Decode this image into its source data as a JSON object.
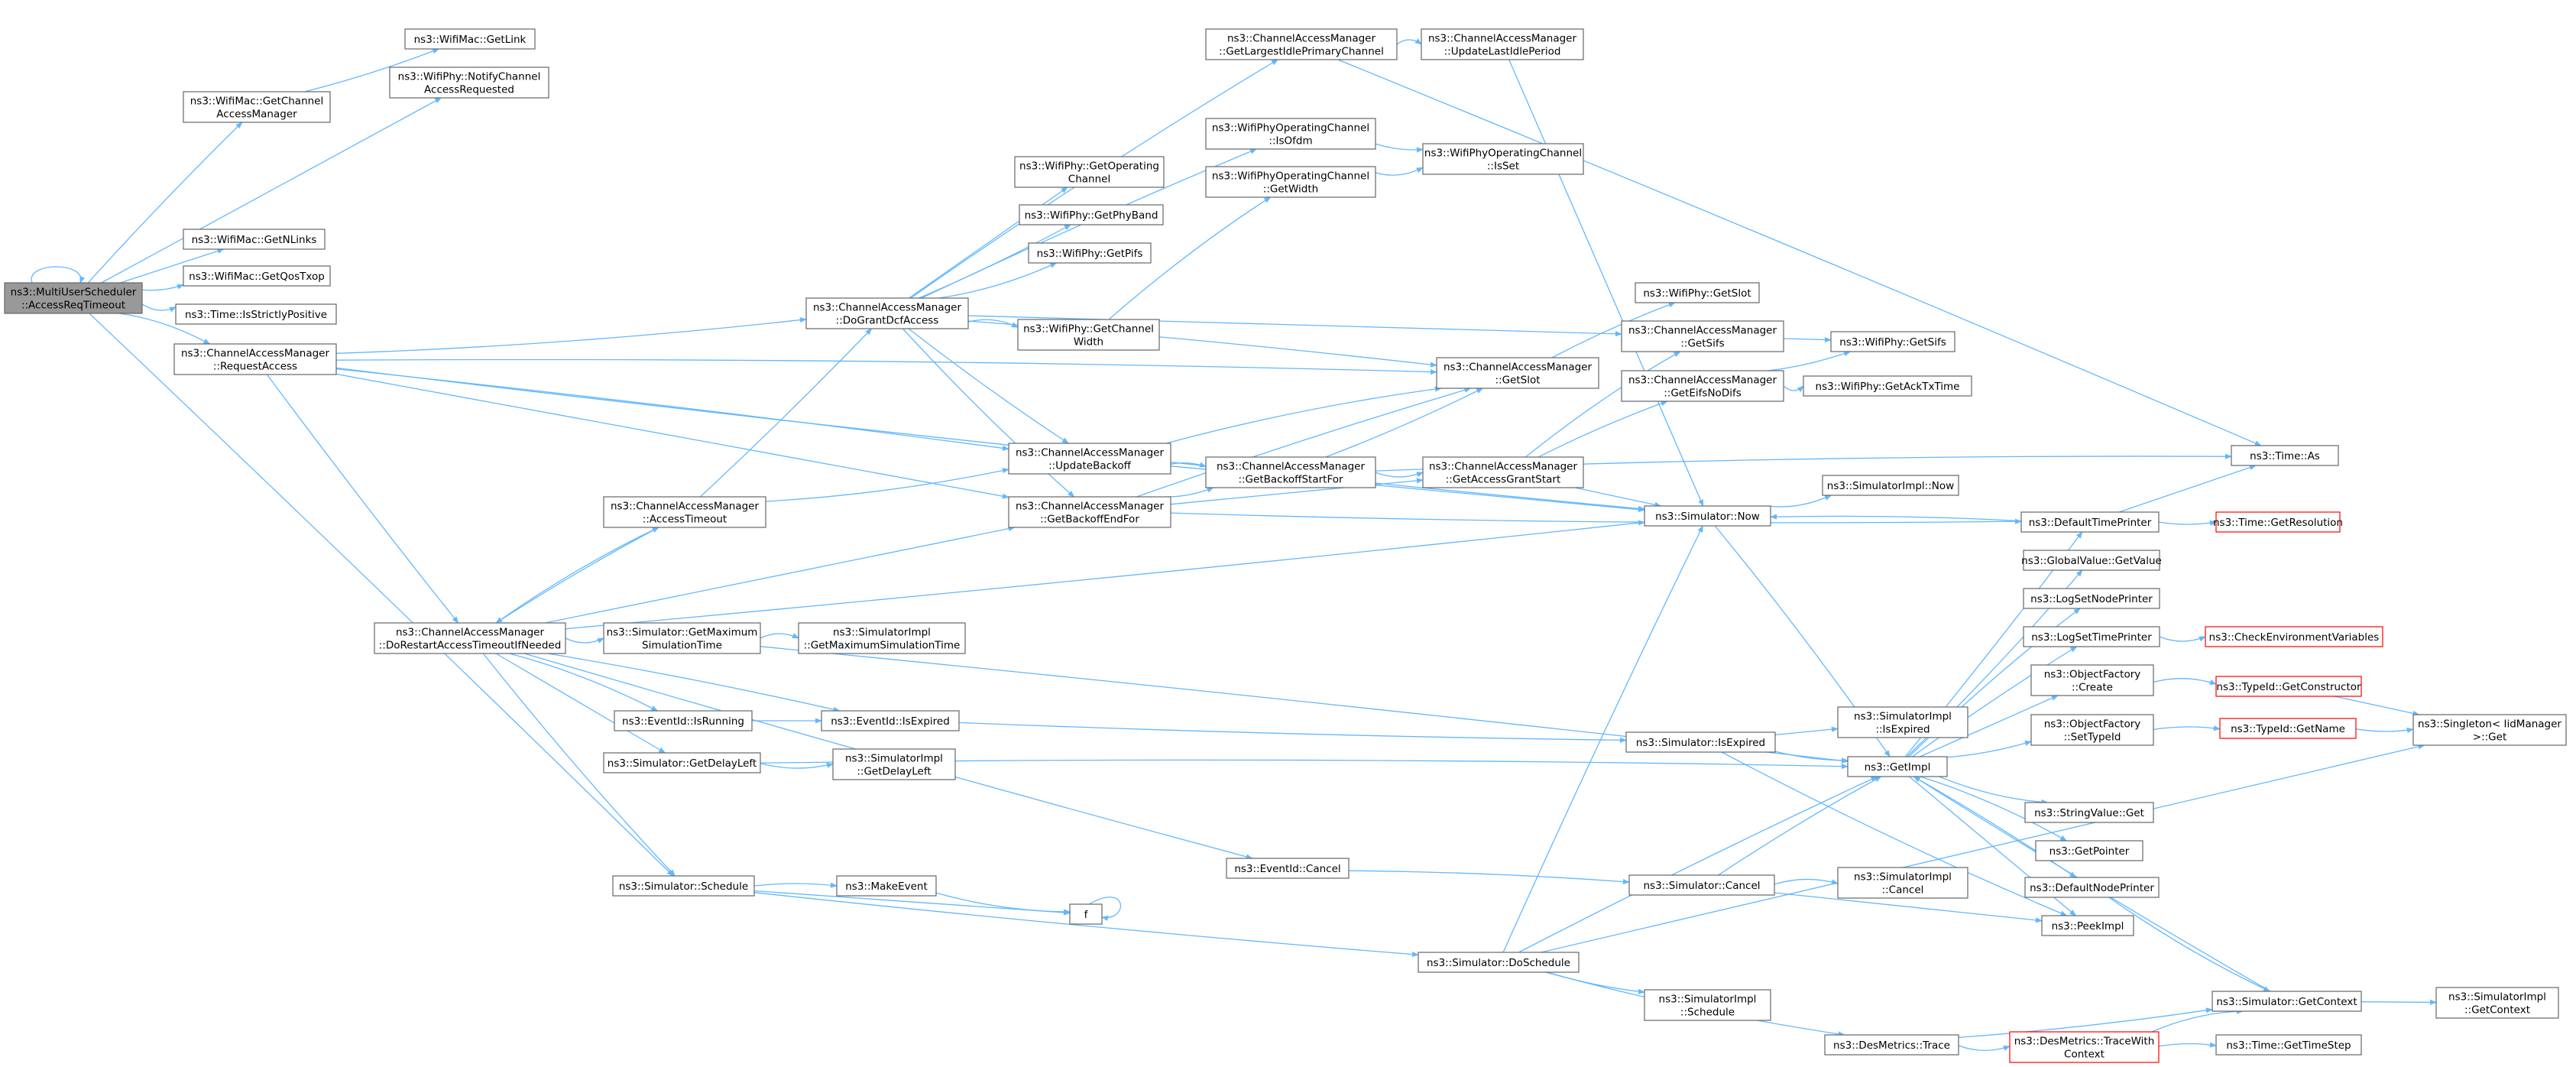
{
  "colors": {
    "edge": "#63B8FF",
    "node_border": "#666666",
    "node_fill": "#ffffff",
    "root_fill": "#999999",
    "root_border": "#666666",
    "red_border": "#ff0000",
    "text": "#000000"
  },
  "nodes": [
    {
      "id": "root",
      "lines": [
        "ns3::MultiUserScheduler",
        "::AccessReqTimeout"
      ],
      "style": "root"
    },
    {
      "id": "getLink",
      "lines": [
        "ns3::WifiMac::GetLink"
      ]
    },
    {
      "id": "notifyChAcc",
      "lines": [
        "ns3::WifiPhy::NotifyChannel",
        "AccessRequested"
      ]
    },
    {
      "id": "getChAccMgr",
      "lines": [
        "ns3::WifiMac::GetChannel",
        "AccessManager"
      ]
    },
    {
      "id": "getNLinks",
      "lines": [
        "ns3::WifiMac::GetNLinks"
      ]
    },
    {
      "id": "getQosTxop",
      "lines": [
        "ns3::WifiMac::GetQosTxop"
      ]
    },
    {
      "id": "isStrictlyPos",
      "lines": [
        "ns3::Time::IsStrictlyPositive"
      ]
    },
    {
      "id": "requestAccess",
      "lines": [
        "ns3::ChannelAccessManager",
        "::RequestAccess"
      ]
    },
    {
      "id": "doRestart",
      "lines": [
        "ns3::ChannelAccessManager",
        "::DoRestartAccessTimeoutIfNeeded"
      ]
    },
    {
      "id": "accessTimeout",
      "lines": [
        "ns3::ChannelAccessManager",
        "::AccessTimeout"
      ]
    },
    {
      "id": "doGrant",
      "lines": [
        "ns3::ChannelAccessManager",
        "::DoGrantDcfAccess"
      ]
    },
    {
      "id": "getLargest",
      "lines": [
        "ns3::ChannelAccessManager",
        "::GetLargestIdlePrimaryChannel"
      ]
    },
    {
      "id": "updateLastIdle",
      "lines": [
        "ns3::ChannelAccessManager",
        "::UpdateLastIdlePeriod"
      ]
    },
    {
      "id": "isOfdm",
      "lines": [
        "ns3::WifiPhyOperatingChannel",
        "::IsOfdm"
      ]
    },
    {
      "id": "chGetWidth",
      "lines": [
        "ns3::WifiPhyOperatingChannel",
        "::GetWidth"
      ]
    },
    {
      "id": "isSet",
      "lines": [
        "ns3::WifiPhyOperatingChannel",
        "::IsSet"
      ]
    },
    {
      "id": "getOpCh",
      "lines": [
        "ns3::WifiPhy::GetOperating",
        "Channel"
      ]
    },
    {
      "id": "getPhyBand",
      "lines": [
        "ns3::WifiPhy::GetPhyBand"
      ]
    },
    {
      "id": "getPifs",
      "lines": [
        "ns3::WifiPhy::GetPifs"
      ]
    },
    {
      "id": "phyGetChWidth",
      "lines": [
        "ns3::WifiPhy::GetChannel",
        "Width"
      ]
    },
    {
      "id": "phyGetSlot",
      "lines": [
        "ns3::WifiPhy::GetSlot"
      ]
    },
    {
      "id": "camGetSlot",
      "lines": [
        "ns3::ChannelAccessManager",
        "::GetSlot"
      ]
    },
    {
      "id": "camGetSifs",
      "lines": [
        "ns3::ChannelAccessManager",
        "::GetSifs"
      ]
    },
    {
      "id": "camGetEifs",
      "lines": [
        "ns3::ChannelAccessManager",
        "::GetEifsNoDifs"
      ]
    },
    {
      "id": "phyGetSifs",
      "lines": [
        "ns3::WifiPhy::GetSifs"
      ]
    },
    {
      "id": "phyGetAck",
      "lines": [
        "ns3::WifiPhy::GetAckTxTime"
      ]
    },
    {
      "id": "updateBackoff",
      "lines": [
        "ns3::ChannelAccessManager",
        "::UpdateBackoff"
      ]
    },
    {
      "id": "backoffStart",
      "lines": [
        "ns3::ChannelAccessManager",
        "::GetBackoffStartFor"
      ]
    },
    {
      "id": "backoffEnd",
      "lines": [
        "ns3::ChannelAccessManager",
        "::GetBackoffEndFor"
      ]
    },
    {
      "id": "accessGrantStart",
      "lines": [
        "ns3::ChannelAccessManager",
        "::GetAccessGrantStart"
      ]
    },
    {
      "id": "timeAs",
      "lines": [
        "ns3::Time::As"
      ]
    },
    {
      "id": "simNow",
      "lines": [
        "ns3::Simulator::Now"
      ]
    },
    {
      "id": "simImplNow",
      "lines": [
        "ns3::SimulatorImpl::Now"
      ]
    },
    {
      "id": "defTimePrinter",
      "lines": [
        "ns3::DefaultTimePrinter"
      ]
    },
    {
      "id": "getResolution",
      "lines": [
        "ns3::Time::GetResolution"
      ],
      "style": "red"
    },
    {
      "id": "getMaxSim",
      "lines": [
        "ns3::Simulator::GetMaximum",
        "SimulationTime"
      ]
    },
    {
      "id": "implGetMax",
      "lines": [
        "ns3::SimulatorImpl",
        "::GetMaximumSimulationTime"
      ]
    },
    {
      "id": "evIsRunning",
      "lines": [
        "ns3::EventId::IsRunning"
      ]
    },
    {
      "id": "evIsExpired",
      "lines": [
        "ns3::EventId::IsExpired"
      ]
    },
    {
      "id": "simGetDelayLeft",
      "lines": [
        "ns3::Simulator::GetDelayLeft"
      ]
    },
    {
      "id": "implGetDelayLeft",
      "lines": [
        "ns3::SimulatorImpl",
        "::GetDelayLeft"
      ]
    },
    {
      "id": "simSchedule",
      "lines": [
        "ns3::Simulator::Schedule"
      ]
    },
    {
      "id": "makeEvent",
      "lines": [
        "ns3::MakeEvent"
      ]
    },
    {
      "id": "f",
      "lines": [
        "f"
      ]
    },
    {
      "id": "evCancel",
      "lines": [
        "ns3::EventId::Cancel"
      ]
    },
    {
      "id": "simIsExpired",
      "lines": [
        "ns3::Simulator::IsExpired"
      ]
    },
    {
      "id": "implIsExpired",
      "lines": [
        "ns3::SimulatorImpl",
        "::IsExpired"
      ]
    },
    {
      "id": "simCancel",
      "lines": [
        "ns3::Simulator::Cancel"
      ]
    },
    {
      "id": "implCancel",
      "lines": [
        "ns3::SimulatorImpl",
        "::Cancel"
      ]
    },
    {
      "id": "simDoSchedule",
      "lines": [
        "ns3::Simulator::DoSchedule"
      ]
    },
    {
      "id": "implSchedule",
      "lines": [
        "ns3::SimulatorImpl",
        "::Schedule"
      ]
    },
    {
      "id": "desTrace",
      "lines": [
        "ns3::DesMetrics::Trace"
      ]
    },
    {
      "id": "desTraceCtx",
      "lines": [
        "ns3::DesMetrics::TraceWith",
        "Context"
      ],
      "style": "red"
    },
    {
      "id": "getImpl",
      "lines": [
        "ns3::GetImpl"
      ]
    },
    {
      "id": "gvGetValue",
      "lines": [
        "ns3::GlobalValue::GetValue"
      ]
    },
    {
      "id": "logSetNode",
      "lines": [
        "ns3::LogSetNodePrinter"
      ]
    },
    {
      "id": "logSetTime",
      "lines": [
        "ns3::LogSetTimePrinter"
      ]
    },
    {
      "id": "checkEnv",
      "lines": [
        "ns3::CheckEnvironmentVariables"
      ],
      "style": "red"
    },
    {
      "id": "ofCreate",
      "lines": [
        "ns3::ObjectFactory",
        "::Create"
      ]
    },
    {
      "id": "ofSetTypeId",
      "lines": [
        "ns3::ObjectFactory",
        "::SetTypeId"
      ]
    },
    {
      "id": "tidGetCtor",
      "lines": [
        "ns3::TypeId::GetConstructor"
      ],
      "style": "red"
    },
    {
      "id": "tidGetName",
      "lines": [
        "ns3::TypeId::GetName"
      ],
      "style": "red"
    },
    {
      "id": "singleton",
      "lines": [
        "ns3::Singleton< IidManager",
        ">::Get"
      ]
    },
    {
      "id": "svGet",
      "lines": [
        "ns3::StringValue::Get"
      ]
    },
    {
      "id": "getPointer",
      "lines": [
        "ns3::GetPointer"
      ]
    },
    {
      "id": "defNodePrinter",
      "lines": [
        "ns3::DefaultNodePrinter"
      ]
    },
    {
      "id": "peekImpl",
      "lines": [
        "ns3::PeekImpl"
      ]
    },
    {
      "id": "simGetContext",
      "lines": [
        "ns3::Simulator::GetContext"
      ]
    },
    {
      "id": "implGetContext",
      "lines": [
        "ns3::SimulatorImpl",
        "::GetContext"
      ]
    },
    {
      "id": "getTimeStep",
      "lines": [
        "ns3::Time::GetTimeStep"
      ]
    }
  ],
  "edges": [
    [
      "root",
      "root"
    ],
    [
      "root",
      "getChAccMgr"
    ],
    [
      "root",
      "getNLinks"
    ],
    [
      "root",
      "getQosTxop"
    ],
    [
      "root",
      "isStrictlyPos"
    ],
    [
      "root",
      "requestAccess"
    ],
    [
      "root",
      "simSchedule"
    ],
    [
      "root",
      "notifyChAcc"
    ],
    [
      "getChAccMgr",
      "getLink"
    ],
    [
      "requestAccess",
      "doGrant"
    ],
    [
      "requestAccess",
      "camGetSlot"
    ],
    [
      "requestAccess",
      "updateBackoff"
    ],
    [
      "requestAccess",
      "backoffEnd"
    ],
    [
      "requestAccess",
      "doRestart"
    ],
    [
      "requestAccess",
      "simNow"
    ],
    [
      "doGrant",
      "getLargest"
    ],
    [
      "doGrant",
      "isOfdm"
    ],
    [
      "doGrant",
      "getOpCh"
    ],
    [
      "doGrant",
      "getPhyBand"
    ],
    [
      "doGrant",
      "getPifs"
    ],
    [
      "doGrant",
      "phyGetChWidth"
    ],
    [
      "doGrant",
      "camGetSlot"
    ],
    [
      "doGrant",
      "camGetSifs"
    ],
    [
      "doGrant",
      "updateBackoff"
    ],
    [
      "doGrant",
      "backoffEnd"
    ],
    [
      "getLargest",
      "updateLastIdle"
    ],
    [
      "getLargest",
      "timeAs"
    ],
    [
      "updateLastIdle",
      "simNow"
    ],
    [
      "isOfdm",
      "isSet"
    ],
    [
      "chGetWidth",
      "isSet"
    ],
    [
      "phyGetChWidth",
      "chGetWidth"
    ],
    [
      "camGetSlot",
      "phyGetSlot"
    ],
    [
      "camGetSifs",
      "phyGetSifs"
    ],
    [
      "camGetEifs",
      "phyGetSifs"
    ],
    [
      "camGetEifs",
      "phyGetAck"
    ],
    [
      "updateBackoff",
      "camGetSlot"
    ],
    [
      "updateBackoff",
      "backoffStart"
    ],
    [
      "updateBackoff",
      "simNow"
    ],
    [
      "backoffStart",
      "camGetSlot"
    ],
    [
      "backoffStart",
      "accessGrantStart"
    ],
    [
      "backoffStart",
      "timeAs"
    ],
    [
      "backoffEnd",
      "camGetSlot"
    ],
    [
      "backoffEnd",
      "accessGrantStart"
    ],
    [
      "backoffEnd",
      "backoffStart"
    ],
    [
      "backoffEnd",
      "defTimePrinter"
    ],
    [
      "accessGrantStart",
      "camGetSifs"
    ],
    [
      "accessGrantStart",
      "camGetEifs"
    ],
    [
      "accessGrantStart",
      "simNow"
    ],
    [
      "accessTimeout",
      "doGrant"
    ],
    [
      "accessTimeout",
      "updateBackoff"
    ],
    [
      "accessTimeout",
      "doRestart"
    ],
    [
      "doRestart",
      "accessTimeout"
    ],
    [
      "doRestart",
      "backoffEnd"
    ],
    [
      "doRestart",
      "simNow"
    ],
    [
      "doRestart",
      "getMaxSim"
    ],
    [
      "doRestart",
      "evIsRunning"
    ],
    [
      "doRestart",
      "evIsExpired"
    ],
    [
      "doRestart",
      "simGetDelayLeft"
    ],
    [
      "doRestart",
      "evCancel"
    ],
    [
      "doRestart",
      "simSchedule"
    ],
    [
      "getMaxSim",
      "implGetMax"
    ],
    [
      "getMaxSim",
      "getImpl"
    ],
    [
      "evIsRunning",
      "evIsExpired"
    ],
    [
      "evIsExpired",
      "simIsExpired"
    ],
    [
      "simGetDelayLeft",
      "implGetDelayLeft"
    ],
    [
      "simGetDelayLeft",
      "getImpl"
    ],
    [
      "simSchedule",
      "makeEvent"
    ],
    [
      "simSchedule",
      "f"
    ],
    [
      "simSchedule",
      "simDoSchedule"
    ],
    [
      "makeEvent",
      "f"
    ],
    [
      "f",
      "f"
    ],
    [
      "evCancel",
      "simCancel"
    ],
    [
      "simIsExpired",
      "implIsExpired"
    ],
    [
      "simIsExpired",
      "getImpl"
    ],
    [
      "simIsExpired",
      "peekImpl"
    ],
    [
      "simCancel",
      "implCancel"
    ],
    [
      "simCancel",
      "getImpl"
    ],
    [
      "simCancel",
      "peekImpl"
    ],
    [
      "simDoSchedule",
      "implSchedule"
    ],
    [
      "simDoSchedule",
      "desTrace"
    ],
    [
      "simDoSchedule",
      "simNow"
    ],
    [
      "simDoSchedule",
      "getImpl"
    ],
    [
      "simDoSchedule",
      "singleton"
    ],
    [
      "desTrace",
      "simGetContext"
    ],
    [
      "desTrace",
      "desTraceCtx"
    ],
    [
      "desTraceCtx",
      "simGetContext"
    ],
    [
      "desTraceCtx",
      "getTimeStep"
    ],
    [
      "simGetContext",
      "implGetContext"
    ],
    [
      "simGetContext",
      "getImpl"
    ],
    [
      "simNow",
      "simImplNow"
    ],
    [
      "simNow",
      "getImpl"
    ],
    [
      "defTimePrinter",
      "simNow"
    ],
    [
      "defTimePrinter",
      "timeAs"
    ],
    [
      "defTimePrinter",
      "getResolution"
    ],
    [
      "getImpl",
      "gvGetValue"
    ],
    [
      "getImpl",
      "logSetNode"
    ],
    [
      "getImpl",
      "logSetTime"
    ],
    [
      "getImpl",
      "ofCreate"
    ],
    [
      "getImpl",
      "ofSetTypeId"
    ],
    [
      "getImpl",
      "svGet"
    ],
    [
      "getImpl",
      "getPointer"
    ],
    [
      "getImpl",
      "defNodePrinter"
    ],
    [
      "getImpl",
      "peekImpl"
    ],
    [
      "getImpl",
      "defTimePrinter"
    ],
    [
      "logSetTime",
      "checkEnv"
    ],
    [
      "ofCreate",
      "tidGetCtor"
    ],
    [
      "ofSetTypeId",
      "tidGetName"
    ],
    [
      "tidGetCtor",
      "singleton"
    ],
    [
      "tidGetName",
      "singleton"
    ],
    [
      "defNodePrinter",
      "simGetContext"
    ]
  ]
}
